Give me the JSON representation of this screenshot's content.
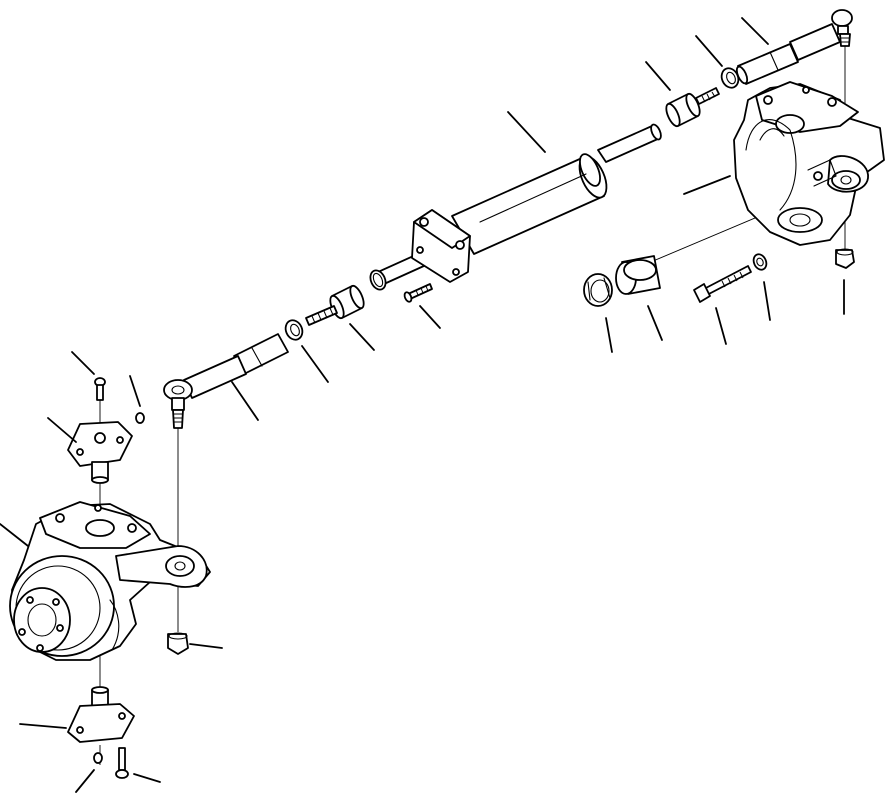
{
  "diagram": {
    "type": "exploded-parts-diagram",
    "parts": [
      {
        "name": "steering-cylinder"
      },
      {
        "name": "cylinder-mounting-bracket"
      },
      {
        "name": "mounting-bolt-center"
      },
      {
        "name": "rod-end-fitting-right"
      },
      {
        "name": "jam-nut-right"
      },
      {
        "name": "adjusting-sleeve-right"
      },
      {
        "name": "tie-rod-end-right"
      },
      {
        "name": "steering-knuckle-right"
      },
      {
        "name": "bushing-seal"
      },
      {
        "name": "bushing"
      },
      {
        "name": "bolt-right"
      },
      {
        "name": "washer-right"
      },
      {
        "name": "castle-nut-right"
      },
      {
        "name": "rod-end-fitting-left"
      },
      {
        "name": "jam-nut-left"
      },
      {
        "name": "adjusting-sleeve-left"
      },
      {
        "name": "tie-rod-end-left"
      },
      {
        "name": "upper-king-pin-cap"
      },
      {
        "name": "cap-screw-upper"
      },
      {
        "name": "grease-fitting-upper"
      },
      {
        "name": "steering-knuckle-left"
      },
      {
        "name": "castle-nut-left"
      },
      {
        "name": "lower-king-pin-cap"
      },
      {
        "name": "cap-screw-lower"
      },
      {
        "name": "grease-fitting-lower"
      }
    ]
  }
}
